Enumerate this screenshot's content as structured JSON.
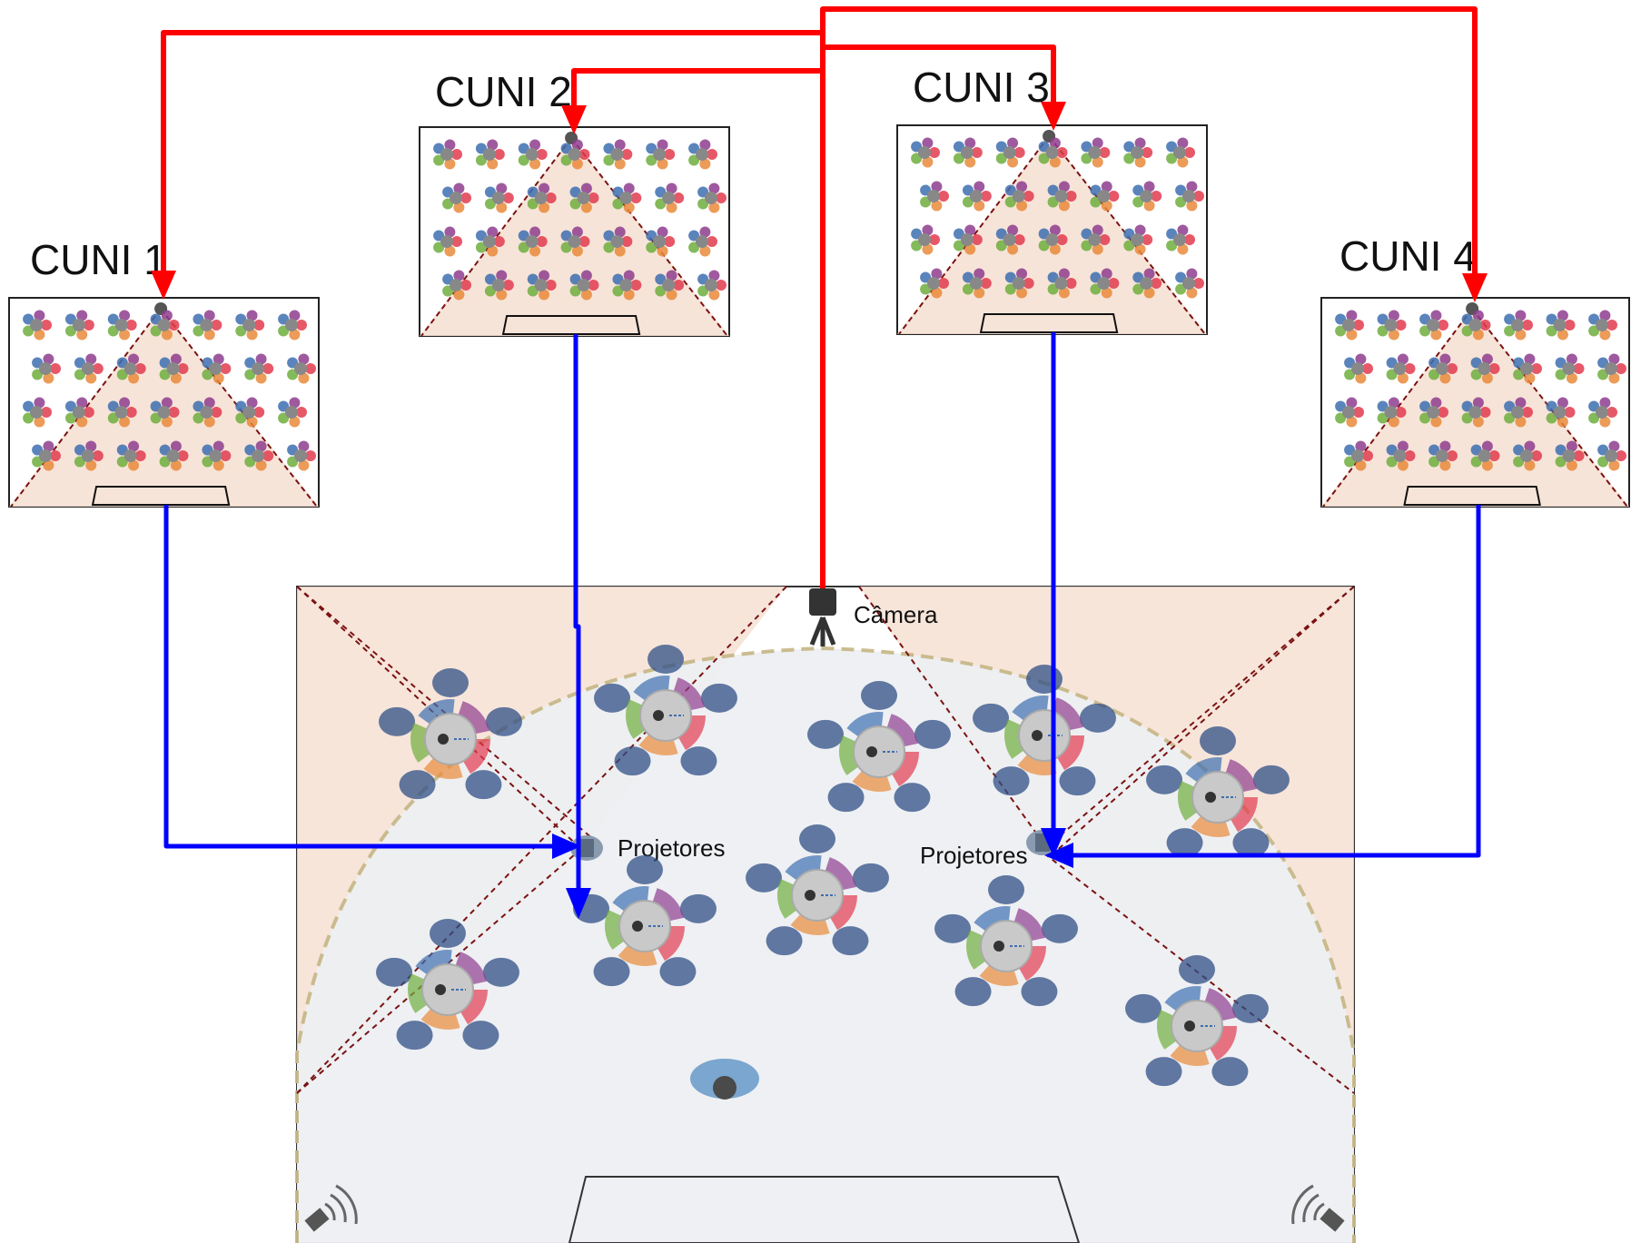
{
  "labels": {
    "cuni_1": "CUNI 1",
    "cuni_2": "CUNI 2",
    "cuni_3": "CUNI 3",
    "cuni_4": "CUNI 4",
    "camera": "Câmera",
    "projector_left": "Projetores",
    "projector_right": "Projetores"
  },
  "colors": {
    "uplink": "#ff0000",
    "downlink": "#0000ff",
    "zone_fill": "#f6e1d4",
    "dashed": "#7a1212",
    "arc": "#c8b98a",
    "table_palette": [
      "#e23b4e",
      "#e98a3b",
      "#6fae3d",
      "#3d6fb0",
      "#8e3d8e"
    ]
  },
  "icons": {
    "camera": "tripod-camera-icon",
    "projector": "projector-icon",
    "speaker": "speaker-icon",
    "microphone": "microphone-icon",
    "teacher": "presenter-person-icon"
  }
}
